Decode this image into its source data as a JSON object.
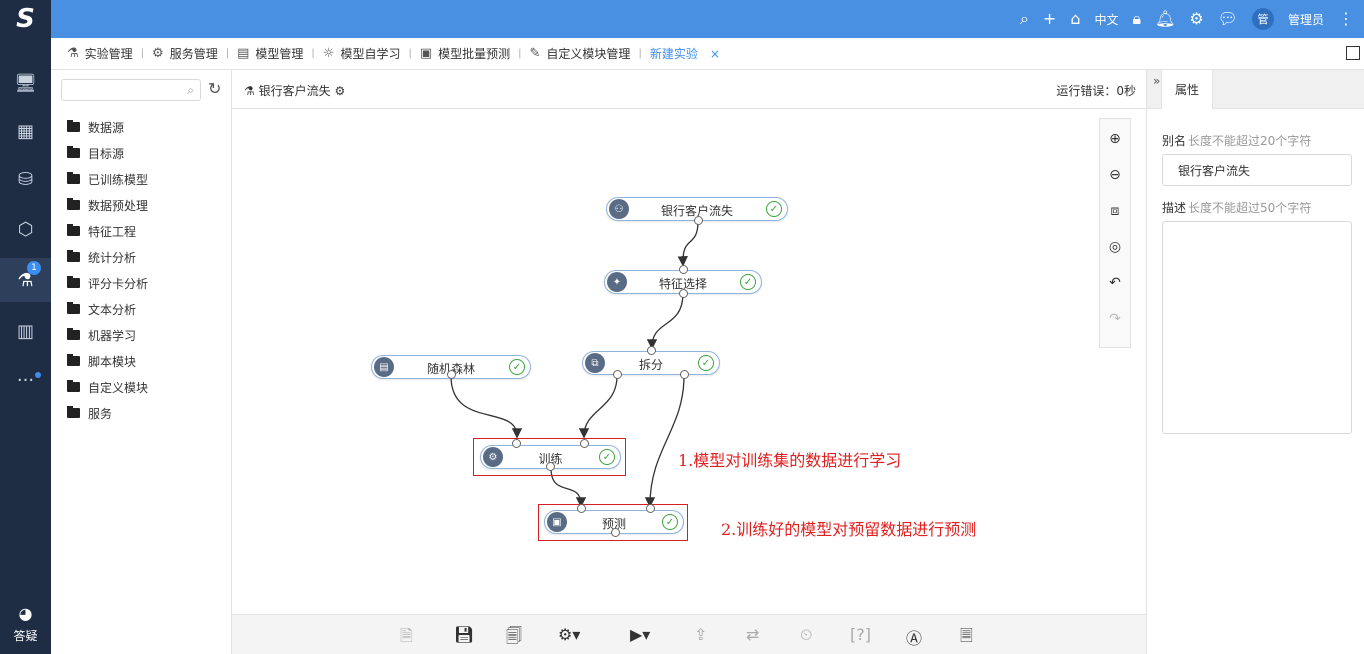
{
  "app": {
    "logo_text": "S"
  },
  "topbar": {
    "language": "中文",
    "avatar_char": "管",
    "user_name": "管理员",
    "icons": [
      "search-icon",
      "plus-icon",
      "home-icon",
      "lock-icon",
      "bell-icon",
      "settings-icon",
      "chat-icon",
      "more-icon"
    ]
  },
  "sidebar": {
    "items": [
      {
        "icon": "monitor-icon",
        "glyph": "🖵"
      },
      {
        "icon": "grid-icon",
        "glyph": "▦"
      },
      {
        "icon": "database-icon",
        "glyph": "⛁"
      },
      {
        "icon": "cube-icon",
        "glyph": "⬡"
      },
      {
        "icon": "flask-icon",
        "glyph": "⚗",
        "badge": "1",
        "active": true
      },
      {
        "icon": "chart-icon",
        "glyph": "▥"
      },
      {
        "icon": "more-dots-icon",
        "glyph": "···"
      }
    ],
    "help_label": "答疑"
  },
  "tabs": {
    "items": [
      {
        "label": "实验管理",
        "icon": "flask-icon",
        "glyph": "⚗"
      },
      {
        "label": "服务管理",
        "icon": "service-icon",
        "glyph": "⚙"
      },
      {
        "label": "模型管理",
        "icon": "model-icon",
        "glyph": "▤"
      },
      {
        "label": "模型自学习",
        "icon": "bulb-icon",
        "glyph": "☼"
      },
      {
        "label": "模型批量预测",
        "icon": "predict-icon",
        "glyph": "▣"
      },
      {
        "label": "自定义模块管理",
        "icon": "edit-icon",
        "glyph": "✎"
      }
    ],
    "active_label": "新建实验",
    "close_glyph": "×"
  },
  "tree": {
    "items": [
      "数据源",
      "目标源",
      "已训练模型",
      "数据预处理",
      "特征工程",
      "统计分析",
      "评分卡分析",
      "文本分析",
      "机器学习",
      "脚本模块",
      "自定义模块",
      "服务"
    ]
  },
  "canvas": {
    "experiment_title": "银行客户流失",
    "run_error_label": "运行错误：",
    "run_error_value": "0秒",
    "nodes": [
      {
        "id": "n1",
        "label": "银行客户流失"
      },
      {
        "id": "n2",
        "label": "特征选择"
      },
      {
        "id": "n3",
        "label": "随机森林"
      },
      {
        "id": "n4",
        "label": "拆分"
      },
      {
        "id": "n5",
        "label": "训练"
      },
      {
        "id": "n6",
        "label": "预测"
      }
    ],
    "annotations": [
      "1.模型对训练集的数据进行学习",
      "2.训练好的模型对预留数据进行预测"
    ]
  },
  "properties": {
    "tab_label": "属性",
    "alias_label": "别名",
    "alias_hint": "长度不能超过20个字符",
    "alias_value": "银行客户流失",
    "desc_label": "描述",
    "desc_hint": "长度不能超过50个字符",
    "desc_value": ""
  }
}
